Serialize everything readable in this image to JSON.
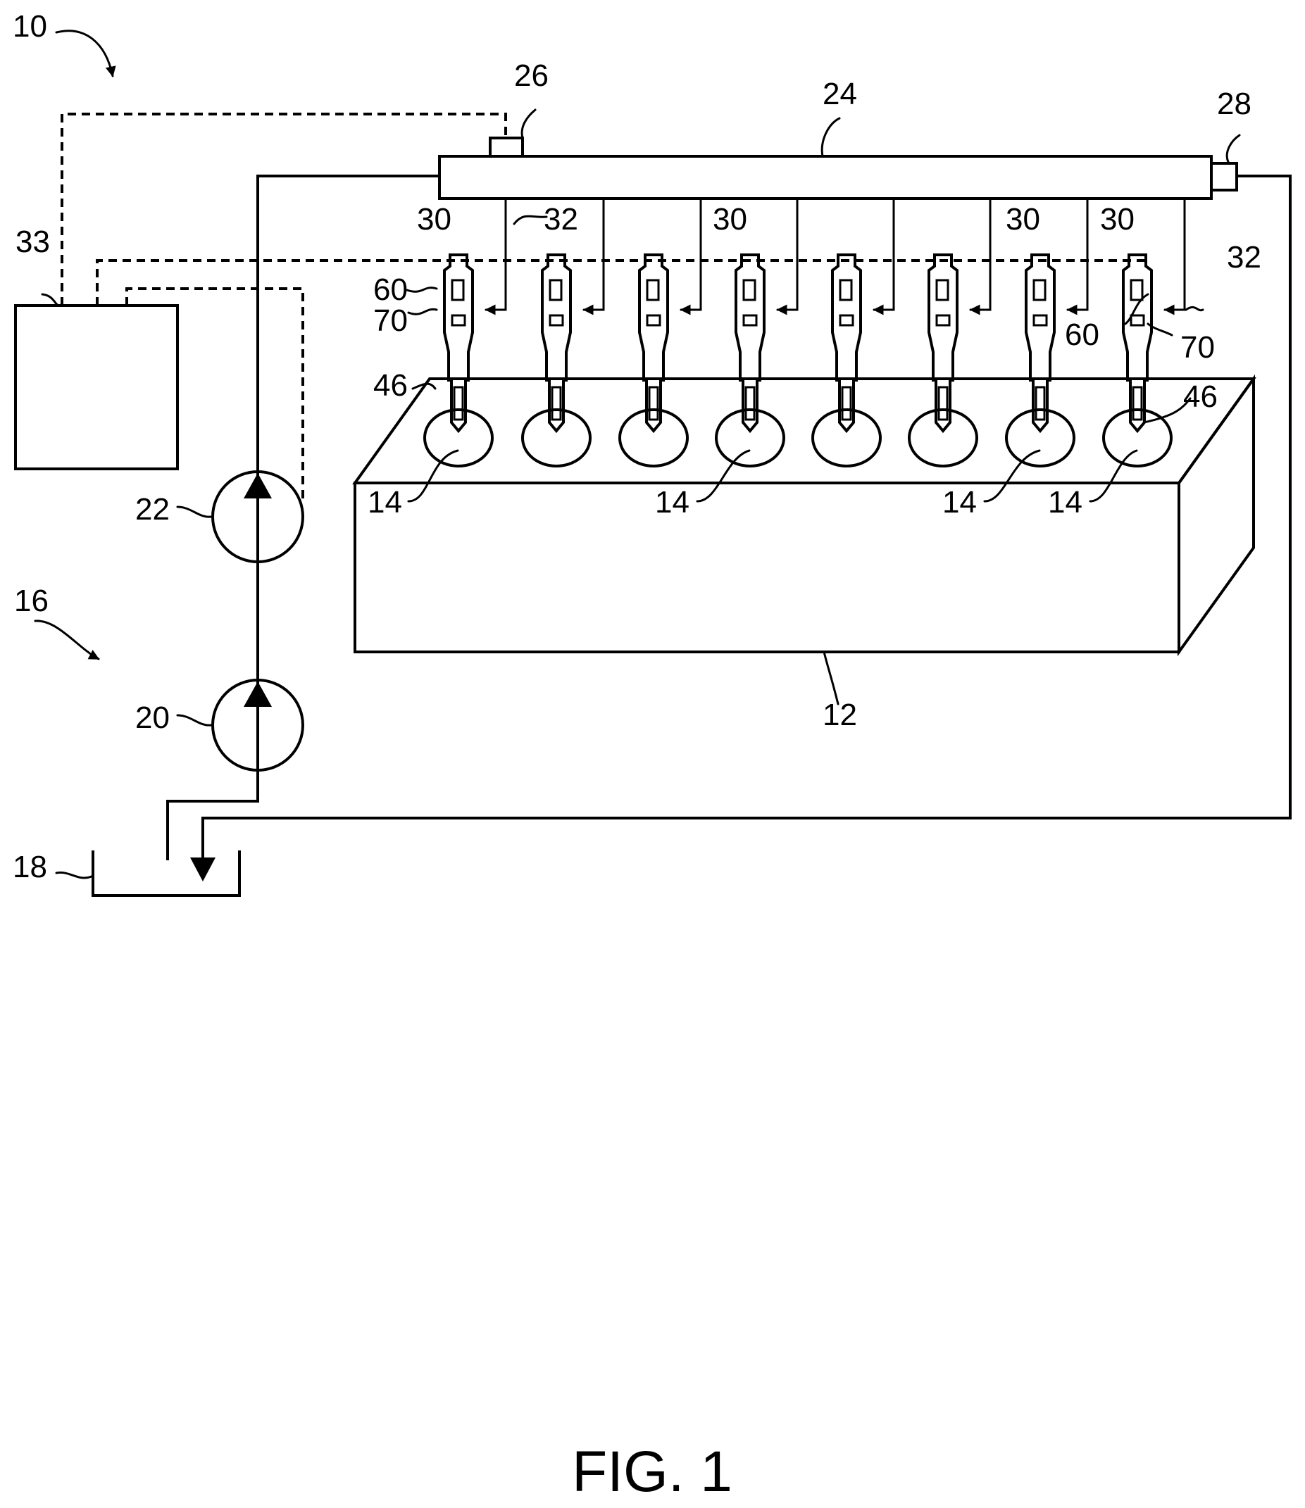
{
  "figure": {
    "caption": "FIG. 1"
  },
  "labels": {
    "system": "10",
    "engine": "12",
    "cylinder": "14",
    "fuel_system": "16",
    "tank": "18",
    "low_pressure_pump": "20",
    "high_pressure_pump": "22",
    "rail": "24",
    "rail_sensor": "26",
    "pressure_valve": "28",
    "injector": "30",
    "supply_line": "32",
    "controller": "33",
    "nozzle": "46",
    "first_element": "60",
    "second_element": "70"
  },
  "component_counts": {
    "injectors": 8,
    "cylinders": 8
  }
}
